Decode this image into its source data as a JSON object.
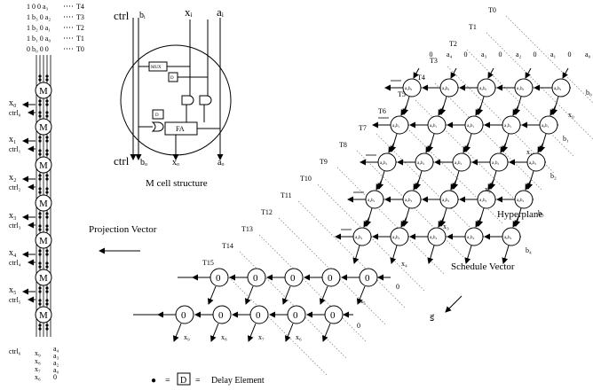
{
  "inputs_top": [
    {
      "seq": "1 0  0 a₃",
      "t": "T4"
    },
    {
      "seq": "1 b₃ 0 a₂",
      "t": "T3"
    },
    {
      "seq": "1 b₂ 0 a₁",
      "t": "T2"
    },
    {
      "seq": "1 b₁ 0 a₀",
      "t": "T1"
    },
    {
      "seq": "0 b₀ 0  0",
      "t": "T0"
    }
  ],
  "chain": {
    "cell": "M",
    "outputs": [
      {
        "x": "x₀",
        "ctrl": "ctrl₀"
      },
      {
        "x": "x₁",
        "ctrl": "ctrl₁"
      },
      {
        "x": "x₂",
        "ctrl": "ctrl₂"
      },
      {
        "x": "x₃",
        "ctrl": "ctrl₃"
      },
      {
        "x": "x₄",
        "ctrl": "ctrl₄"
      },
      {
        "x": "x₅",
        "ctrl": "ctrl₅"
      }
    ],
    "bottom_ctrl": "ctrl₆",
    "bottom_x": [
      "x₉",
      "x₈",
      "x₇",
      "x₆"
    ],
    "bottom_a": [
      "a₄",
      "a₃",
      "a₂",
      "a₀",
      "0"
    ]
  },
  "mcell": {
    "labels": {
      "ctrl_in": "ctrl",
      "b_in": "bᵢ",
      "x_in": "xᵢ",
      "a_in": "aᵢ",
      "ctrl_out": "ctrl",
      "b_out": "bₒ",
      "x_out": "xₒ",
      "a_out": "aₒ"
    },
    "blocks": {
      "mux": "MUX",
      "d": "D",
      "fa": "FA"
    },
    "caption": "M cell structure"
  },
  "array": {
    "time_labels": [
      "T0",
      "T1",
      "T2",
      "T3",
      "T4",
      "T5",
      "T6",
      "T7",
      "T8",
      "T9",
      "T10",
      "T11",
      "T12",
      "T13",
      "T14",
      "T15"
    ],
    "a_inputs": [
      "a₀",
      "0",
      "a₁",
      "0",
      "a₂",
      "0",
      "a₃",
      "0",
      "a₄",
      "0"
    ],
    "cells": [
      [
        "a₀b₀",
        "a₁b₀",
        "a₂b₀",
        "a₃b₀",
        "a₄b₀"
      ],
      [
        "a₀b₁",
        "a₁b₁",
        "a₂b₁",
        "a₃b₁",
        "a₄b₁"
      ],
      [
        "a₀b₂",
        "a₁b₂",
        "a₂b₂",
        "a₃b₂",
        "a₄b₂"
      ],
      [
        "a₀b₃",
        "a₁b₃",
        "a₂b₃",
        "a₃b₃",
        "a₄b₃"
      ],
      [
        "a₀b₄",
        "a₁b₄",
        "a₂b₄",
        "a₃b₄",
        "a₄b₄"
      ]
    ],
    "zero_cell": "0",
    "b_inputs": [
      "b₀",
      "b₁",
      "b₂",
      "b₃",
      "b₄"
    ],
    "diag_outputs": [
      "x₀",
      "x₁",
      "x₂",
      "x₃",
      "x₄",
      "x₅"
    ],
    "bottom_outputs": [
      "x₉",
      "x₈",
      "x₇",
      "x₆"
    ],
    "zero_inputs": [
      "0",
      "0"
    ],
    "hyperplane": "Hyperplane",
    "schedule_vector": "Schedule Vector",
    "s_symbol": "s⃗",
    "projection_vector": "Projection Vector"
  },
  "legend": {
    "dot": "●",
    "eq1": "=",
    "box": "D",
    "eq2": "=",
    "text": "Delay Element"
  }
}
